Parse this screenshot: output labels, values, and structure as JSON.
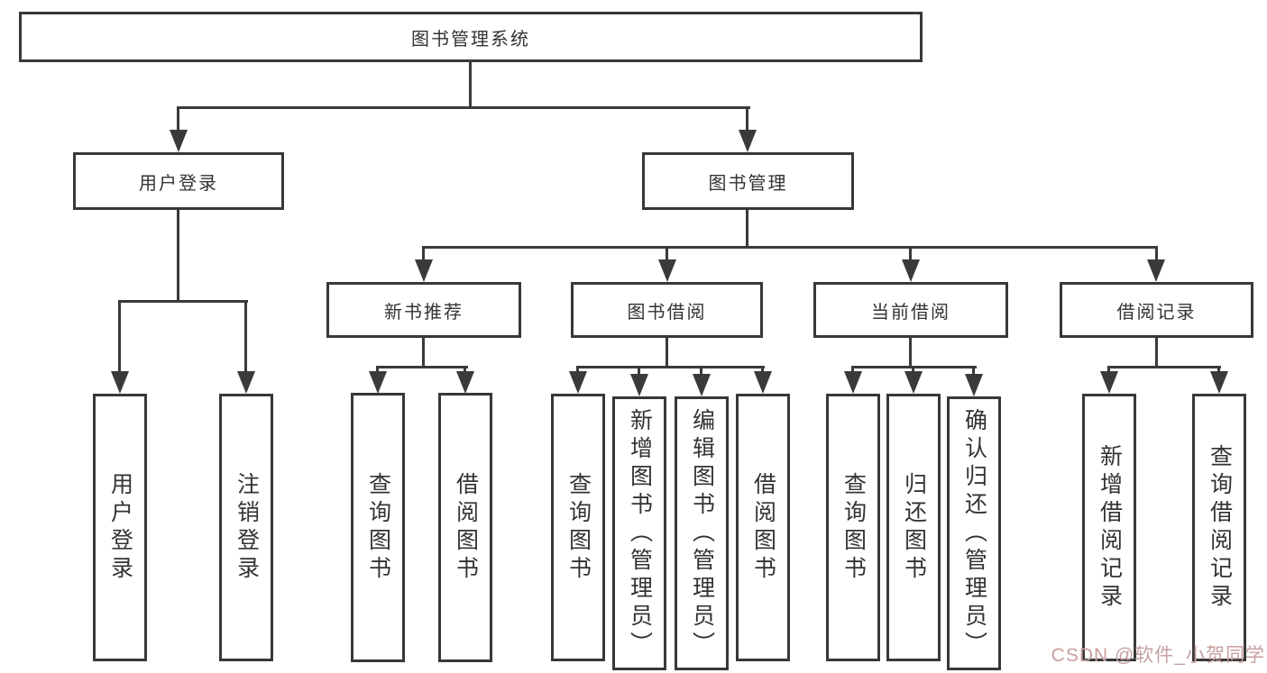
{
  "colors": {
    "line": "#3a3a3a",
    "box_border": "#383838",
    "text": "#333333",
    "background": "#ffffff",
    "watermark": "#c79f9f"
  },
  "diagram": {
    "root": "图书管理系统",
    "level1": [
      "用户登录",
      "图书管理"
    ],
    "level2": [
      "新书推荐",
      "图书借阅",
      "当前借阅",
      "借阅记录"
    ],
    "leaves": {
      "user_login": [
        "用户登录",
        "注销登录"
      ],
      "new_book_recommend": [
        "查询图书",
        "借阅图书"
      ],
      "book_borrow": [
        "查询图书",
        "新增图书（管理员）",
        "编辑图书（管理员）",
        "借阅图书"
      ],
      "current_borrow": [
        "查询图书",
        "归还图书",
        "确认归还（管理员）"
      ],
      "borrow_record": [
        "新增借阅记录",
        "查询借阅记录"
      ]
    }
  },
  "watermark": {
    "text": "CSDN @软件_小贺同学"
  }
}
